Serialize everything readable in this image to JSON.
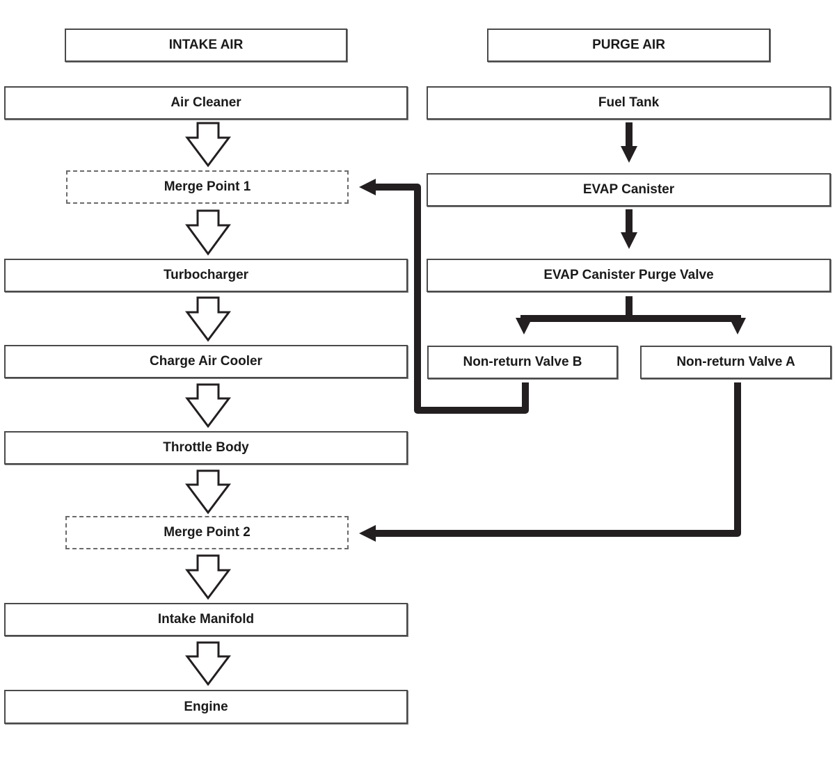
{
  "headers": {
    "intake": "INTAKE AIR",
    "purge": "PURGE AIR"
  },
  "intake_flow": {
    "air_cleaner": "Air Cleaner",
    "merge_point_1": "Merge Point 1",
    "turbocharger": "Turbocharger",
    "charge_air_cooler": "Charge Air Cooler",
    "throttle_body": "Throttle Body",
    "merge_point_2": "Merge Point 2",
    "intake_manifold": "Intake Manifold",
    "engine": "Engine"
  },
  "purge_flow": {
    "fuel_tank": "Fuel Tank",
    "evap_canister": "EVAP Canister",
    "purge_valve": "EVAP Canister Purge Valve",
    "non_return_valve_b": "Non-return Valve B",
    "non_return_valve_a": "Non-return Valve A"
  },
  "colors": {
    "line": "#231f20",
    "border": "#4a4a4a"
  }
}
